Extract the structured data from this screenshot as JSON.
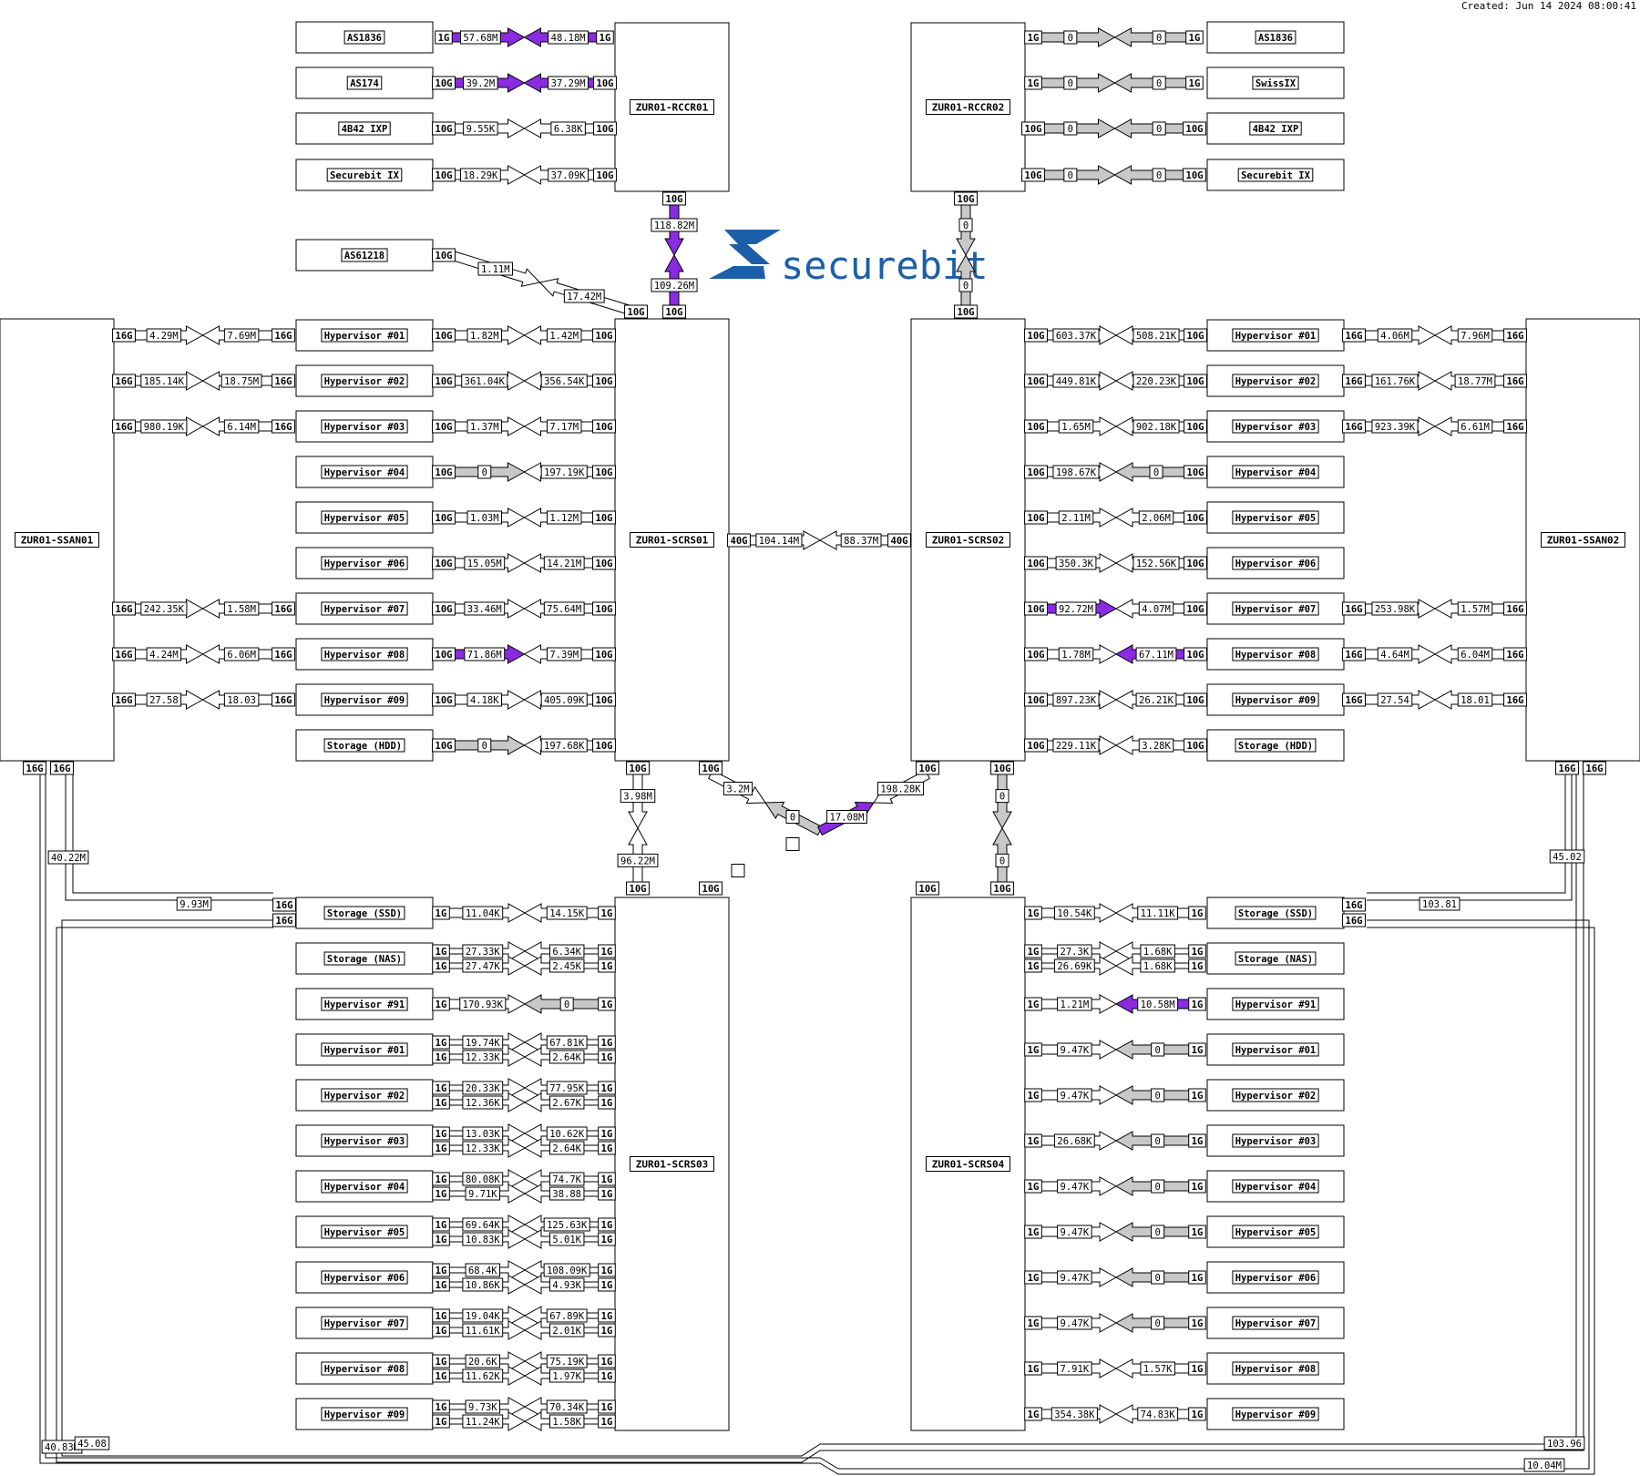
{
  "created": "Created: Jun 14 2024 08:00:41",
  "logo": {
    "text": "securebit",
    "color": "#1a5fa8"
  },
  "colors": {
    "busy": "#8a2be2",
    "idle": "#c8c8c8",
    "low": "#ffffff"
  },
  "nodes": {
    "rccr01": "ZUR01-RCCR01",
    "rccr02": "ZUR01-RCCR02",
    "scrs01": "ZUR01-SCRS01",
    "scrs02": "ZUR01-SCRS02",
    "scrs03": "ZUR01-SCRS03",
    "scrs04": "ZUR01-SCRS04",
    "ssan01": "ZUR01-SSAN01",
    "ssan02": "ZUR01-SSAN02"
  },
  "links_rccr01": [
    {
      "peer": "AS1836",
      "sp": "1G",
      "sn": "1G",
      "out": "57.68M",
      "in": "48.18M",
      "lv": "busy"
    },
    {
      "peer": "AS174",
      "sp": "10G",
      "sn": "10G",
      "out": "39.2M",
      "in": "37.29M",
      "lv": "busy"
    },
    {
      "peer": "4B42 IXP",
      "sp": "10G",
      "sn": "10G",
      "out": "9.55K",
      "in": "6.38K",
      "lv": "low"
    },
    {
      "peer": "Securebit IX",
      "sp": "10G",
      "sn": "10G",
      "out": "18.29K",
      "in": "37.09K",
      "lv": "low"
    }
  ],
  "links_rccr02": [
    {
      "peer": "AS1836",
      "sp": "1G",
      "sn": "1G",
      "out": "0",
      "in": "0",
      "lv": "idle"
    },
    {
      "peer": "SwissIX",
      "sp": "1G",
      "sn": "1G",
      "out": "0",
      "in": "0",
      "lv": "idle"
    },
    {
      "peer": "4B42 IXP",
      "sp": "10G",
      "sn": "10G",
      "out": "0",
      "in": "0",
      "lv": "idle"
    },
    {
      "peer": "Securebit IX",
      "sp": "10G",
      "sn": "10G",
      "out": "0",
      "in": "0",
      "lv": "idle"
    }
  ],
  "as61218": {
    "peer": "AS61218",
    "sp": "10G",
    "sn": "10G",
    "a": "1.11M",
    "b": "17.42M"
  },
  "rccr01_scrs01": {
    "top": "10G",
    "bot": "10G",
    "a": "118.82M",
    "b": "109.26M"
  },
  "rccr02_scrs02": {
    "top": "10G",
    "bot": "10G",
    "a": "0",
    "b": "0"
  },
  "scrs01_hyp": [
    {
      "peer": "Hypervisor #01",
      "sp": "10G",
      "sn": "10G",
      "out": "1.82M",
      "in": "1.42M",
      "lo": "low",
      "li": "low"
    },
    {
      "peer": "Hypervisor #02",
      "sp": "10G",
      "sn": "10G",
      "out": "361.04K",
      "in": "356.54K",
      "lo": "low",
      "li": "low"
    },
    {
      "peer": "Hypervisor #03",
      "sp": "10G",
      "sn": "10G",
      "out": "1.37M",
      "in": "7.17M",
      "lo": "low",
      "li": "low"
    },
    {
      "peer": "Hypervisor #04",
      "sp": "10G",
      "sn": "10G",
      "out": "0",
      "in": "197.19K",
      "lo": "idle",
      "li": "low"
    },
    {
      "peer": "Hypervisor #05",
      "sp": "10G",
      "sn": "10G",
      "out": "1.03M",
      "in": "1.12M",
      "lo": "low",
      "li": "low"
    },
    {
      "peer": "Hypervisor #06",
      "sp": "10G",
      "sn": "10G",
      "out": "15.05M",
      "in": "14.21M",
      "lo": "low",
      "li": "low"
    },
    {
      "peer": "Hypervisor #07",
      "sp": "10G",
      "sn": "10G",
      "out": "33.46M",
      "in": "75.64M",
      "lo": "low",
      "li": "low"
    },
    {
      "peer": "Hypervisor #08",
      "sp": "10G",
      "sn": "10G",
      "out": "71.86M",
      "in": "7.39M",
      "lo": "busy",
      "li": "low"
    },
    {
      "peer": "Hypervisor #09",
      "sp": "10G",
      "sn": "10G",
      "out": "4.18K",
      "in": "405.09K",
      "lo": "low",
      "li": "low"
    },
    {
      "peer": "Storage (HDD)",
      "sp": "10G",
      "sn": "10G",
      "out": "0",
      "in": "197.68K",
      "lo": "idle",
      "li": "low"
    }
  ],
  "scrs02_hyp": [
    {
      "peer": "Hypervisor #01",
      "sp": "10G",
      "sn": "10G",
      "out": "603.37K",
      "in": "508.21K",
      "lo": "low",
      "li": "low"
    },
    {
      "peer": "Hypervisor #02",
      "sp": "10G",
      "sn": "10G",
      "out": "449.81K",
      "in": "220.23K",
      "lo": "low",
      "li": "low"
    },
    {
      "peer": "Hypervisor #03",
      "sp": "10G",
      "sn": "10G",
      "out": "1.65M",
      "in": "902.18K",
      "lo": "low",
      "li": "low"
    },
    {
      "peer": "Hypervisor #04",
      "sp": "10G",
      "sn": "10G",
      "out": "198.67K",
      "in": "0",
      "lo": "low",
      "li": "idle"
    },
    {
      "peer": "Hypervisor #05",
      "sp": "10G",
      "sn": "10G",
      "out": "2.11M",
      "in": "2.06M",
      "lo": "low",
      "li": "low"
    },
    {
      "peer": "Hypervisor #06",
      "sp": "10G",
      "sn": "10G",
      "out": "350.3K",
      "in": "152.56K",
      "lo": "low",
      "li": "low"
    },
    {
      "peer": "Hypervisor #07",
      "sp": "10G",
      "sn": "10G",
      "out": "92.72M",
      "in": "4.07M",
      "lo": "busy",
      "li": "low"
    },
    {
      "peer": "Hypervisor #08",
      "sp": "10G",
      "sn": "10G",
      "out": "1.78M",
      "in": "67.11M",
      "lo": "low",
      "li": "busy"
    },
    {
      "peer": "Hypervisor #09",
      "sp": "10G",
      "sn": "10G",
      "out": "897.23K",
      "in": "26.21K",
      "lo": "low",
      "li": "low"
    },
    {
      "peer": "Storage (HDD)",
      "sp": "10G",
      "sn": "10G",
      "out": "229.11K",
      "in": "3.28K",
      "lo": "low",
      "li": "low"
    }
  ],
  "ssan01_hyp": [
    {
      "row": 0,
      "sp": "16G",
      "sn": "16G",
      "out": "4.29M",
      "in": "7.69M"
    },
    {
      "row": 1,
      "sp": "16G",
      "sn": "16G",
      "out": "185.14K",
      "in": "18.75M"
    },
    {
      "row": 2,
      "sp": "16G",
      "sn": "16G",
      "out": "980.19K",
      "in": "6.14M"
    },
    {
      "row": 6,
      "sp": "16G",
      "sn": "16G",
      "out": "242.35K",
      "in": "1.58M"
    },
    {
      "row": 7,
      "sp": "16G",
      "sn": "16G",
      "out": "4.24M",
      "in": "6.06M"
    },
    {
      "row": 8,
      "sp": "16G",
      "sn": "16G",
      "out": "27.58",
      "in": "18.03"
    }
  ],
  "ssan02_hyp": [
    {
      "row": 0,
      "sp": "16G",
      "sn": "16G",
      "out": "4.06M",
      "in": "7.96M"
    },
    {
      "row": 1,
      "sp": "16G",
      "sn": "16G",
      "out": "161.76K",
      "in": "18.77M"
    },
    {
      "row": 2,
      "sp": "16G",
      "sn": "16G",
      "out": "923.39K",
      "in": "6.61M"
    },
    {
      "row": 6,
      "sp": "16G",
      "sn": "16G",
      "out": "253.98K",
      "in": "1.57M"
    },
    {
      "row": 7,
      "sp": "16G",
      "sn": "16G",
      "out": "4.64M",
      "in": "6.04M"
    },
    {
      "row": 8,
      "sp": "16G",
      "sn": "16G",
      "out": "27.54",
      "in": "18.01"
    }
  ],
  "scrs01_scrs02": {
    "sp": "40G",
    "sn": "40G",
    "a": "104.14M",
    "b": "88.37M"
  },
  "scrs01_scrs03": {
    "top": "10G",
    "bot": "10G",
    "a": "3.98M",
    "b": "96.22M"
  },
  "scrs02_scrs04": {
    "top": "10G",
    "bot": "10G",
    "a": "0",
    "b": "0"
  },
  "cross": {
    "s1": "10G",
    "s2": "10G",
    "s3": "10G",
    "s4": "10G",
    "a": "3.2M",
    "b": "198.28K",
    "c": "0",
    "d": "17.08M"
  },
  "scrs03_rows": [
    {
      "peer": "Storage (SSD)",
      "dual": false,
      "sp": "1G",
      "sn": "1G",
      "out": "11.04K",
      "in": "14.15K",
      "lo": "low",
      "li": "low"
    },
    {
      "peer": "Storage (NAS)",
      "dual": true,
      "sp": "1G",
      "sn": "1G",
      "out": "27.33K",
      "out2": "27.47K",
      "in": "6.34K",
      "in2": "2.45K"
    },
    {
      "peer": "Hypervisor #91",
      "dual": false,
      "sp": "1G",
      "sn": "1G",
      "out": "170.93K",
      "in": "0",
      "lo": "low",
      "li": "idle"
    },
    {
      "peer": "Hypervisor #01",
      "dual": true,
      "sp": "1G",
      "sn": "1G",
      "out": "19.74K",
      "out2": "12.33K",
      "in": "67.81K",
      "in2": "2.64K"
    },
    {
      "peer": "Hypervisor #02",
      "dual": true,
      "sp": "1G",
      "sn": "1G",
      "out": "20.33K",
      "out2": "12.36K",
      "in": "77.95K",
      "in2": "2.67K"
    },
    {
      "peer": "Hypervisor #03",
      "dual": true,
      "sp": "1G",
      "sn": "1G",
      "out": "13.03K",
      "out2": "12.33K",
      "in": "10.62K",
      "in2": "2.64K"
    },
    {
      "peer": "Hypervisor #04",
      "dual": true,
      "sp": "1G",
      "sn": "1G",
      "out": "80.08K",
      "out2": "9.71K",
      "in": "74.7K",
      "in2": "38.88"
    },
    {
      "peer": "Hypervisor #05",
      "dual": true,
      "sp": "1G",
      "sn": "1G",
      "out": "69.64K",
      "out2": "10.83K",
      "in": "125.63K",
      "in2": "5.01K"
    },
    {
      "peer": "Hypervisor #06",
      "dual": true,
      "sp": "1G",
      "sn": "1G",
      "out": "68.4K",
      "out2": "10.86K",
      "in": "108.09K",
      "in2": "4.93K"
    },
    {
      "peer": "Hypervisor #07",
      "dual": true,
      "sp": "1G",
      "sn": "1G",
      "out": "19.04K",
      "out2": "11.61K",
      "in": "67.89K",
      "in2": "2.01K"
    },
    {
      "peer": "Hypervisor #08",
      "dual": true,
      "sp": "1G",
      "sn": "1G",
      "out": "20.6K",
      "out2": "11.62K",
      "in": "75.19K",
      "in2": "1.97K"
    },
    {
      "peer": "Hypervisor #09",
      "dual": true,
      "sp": "1G",
      "sn": "1G",
      "out": "9.73K",
      "out2": "11.24K",
      "in": "70.34K",
      "in2": "1.58K"
    }
  ],
  "scrs04_rows": [
    {
      "peer": "Storage (SSD)",
      "dual": false,
      "sp": "1G",
      "sn": "1G",
      "out": "10.54K",
      "in": "11.11K",
      "lo": "low",
      "li": "low"
    },
    {
      "peer": "Storage (NAS)",
      "dual": true,
      "sp": "1G",
      "sn": "1G",
      "out": "27.3K",
      "out2": "26.69K",
      "in": "1.68K",
      "in2": "1.68K"
    },
    {
      "peer": "Hypervisor #91",
      "dual": false,
      "sp": "1G",
      "sn": "1G",
      "out": "1.21M",
      "in": "10.58M",
      "lo": "low",
      "li": "busy"
    },
    {
      "peer": "Hypervisor #01",
      "dual": false,
      "sp": "1G",
      "sn": "1G",
      "out": "9.47K",
      "in": "0",
      "lo": "low",
      "li": "idle"
    },
    {
      "peer": "Hypervisor #02",
      "dual": false,
      "sp": "1G",
      "sn": "1G",
      "out": "9.47K",
      "in": "0",
      "lo": "low",
      "li": "idle"
    },
    {
      "peer": "Hypervisor #03",
      "dual": false,
      "sp": "1G",
      "sn": "1G",
      "out": "26.68K",
      "in": "0",
      "lo": "low",
      "li": "idle"
    },
    {
      "peer": "Hypervisor #04",
      "dual": false,
      "sp": "1G",
      "sn": "1G",
      "out": "9.47K",
      "in": "0",
      "lo": "low",
      "li": "idle"
    },
    {
      "peer": "Hypervisor #05",
      "dual": false,
      "sp": "1G",
      "sn": "1G",
      "out": "9.47K",
      "in": "0",
      "lo": "low",
      "li": "idle"
    },
    {
      "peer": "Hypervisor #06",
      "dual": false,
      "sp": "1G",
      "sn": "1G",
      "out": "9.47K",
      "in": "0",
      "lo": "low",
      "li": "idle"
    },
    {
      "peer": "Hypervisor #07",
      "dual": false,
      "sp": "1G",
      "sn": "1G",
      "out": "9.47K",
      "in": "0",
      "lo": "low",
      "li": "idle"
    },
    {
      "peer": "Hypervisor #08",
      "dual": false,
      "sp": "1G",
      "sn": "1G",
      "out": "7.91K",
      "in": "1.57K",
      "lo": "low",
      "li": "low"
    },
    {
      "peer": "Hypervisor #09",
      "dual": false,
      "sp": "1G",
      "sn": "1G",
      "out": "354.38K",
      "in": "74.83K",
      "lo": "low",
      "li": "low"
    }
  ],
  "san": {
    "ssan01_ports": [
      "16G",
      "16G"
    ],
    "ssan02_ports": [
      "16G",
      "16G"
    ],
    "ssd1_ports": [
      "16G",
      "16G"
    ],
    "ssd2_ports": [
      "16G",
      "16G"
    ],
    "v_left": "40.22M",
    "v_left_ssd": "9.93M",
    "v_right": "45.02",
    "v_right_ssd": "103.81",
    "b1": "40.83M",
    "b2": "45.08",
    "b3": "103.96",
    "b4": "10.04M"
  }
}
